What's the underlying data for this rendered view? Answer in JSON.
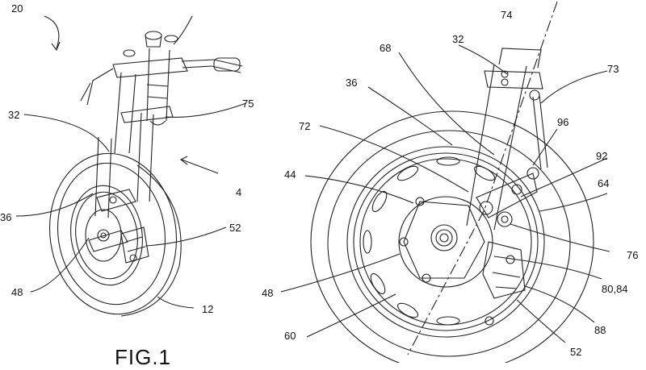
{
  "figure_caption": "FIG.1",
  "left_view": {
    "labels": {
      "l20": "20",
      "l32": "32",
      "l75": "75",
      "l4": "4",
      "l36": "36",
      "l52": "52",
      "l48": "48",
      "l12": "12"
    }
  },
  "right_view": {
    "labels": {
      "l74": "74",
      "l32": "32",
      "l68": "68",
      "l73": "73",
      "l36": "36",
      "l72": "72",
      "l96": "96",
      "l92": "92",
      "l44": "44",
      "l64": "64",
      "l76": "76",
      "l48": "48",
      "l80_84": "80,84",
      "l88": "88",
      "l60": "60",
      "l52": "52"
    }
  },
  "colors": {
    "line": "#222222",
    "background": "#ffffff"
  }
}
